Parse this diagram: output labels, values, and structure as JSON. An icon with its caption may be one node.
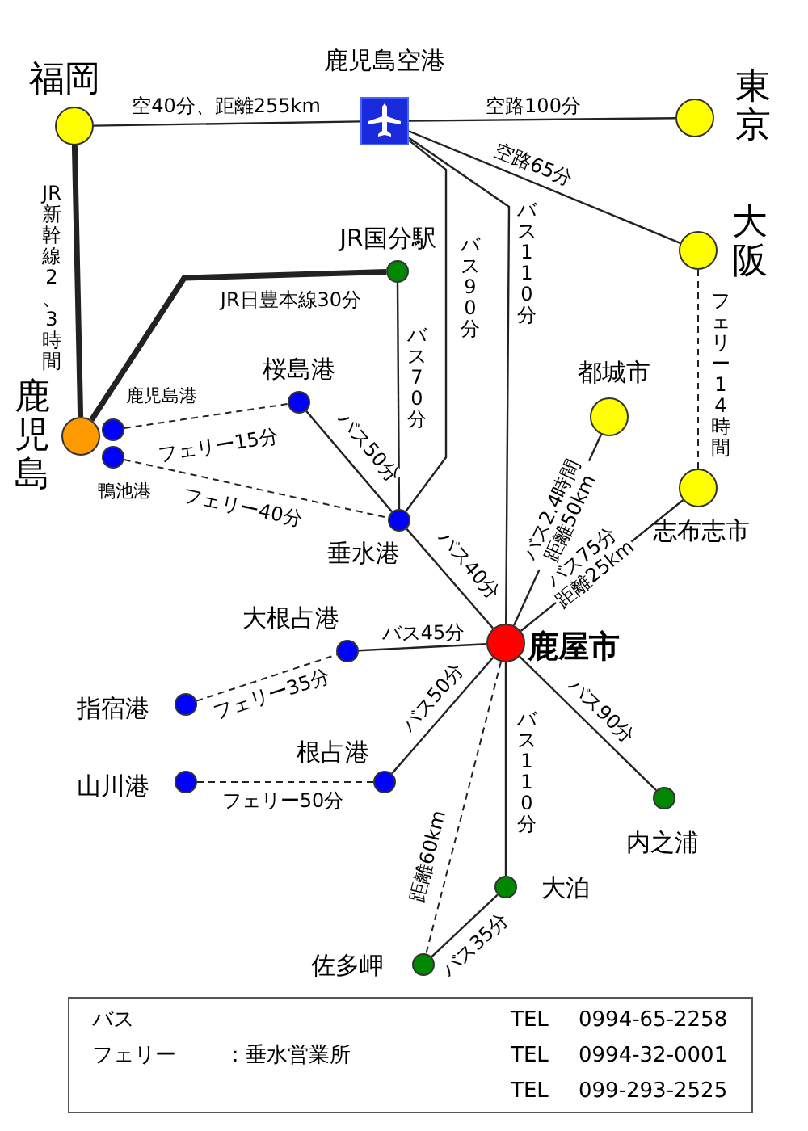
{
  "diagram": {
    "nodes": [
      {
        "text": [],
        "shape": "circle",
        "beside": [
          "福岡"
        ]
      },
      {
        "text": [],
        "shape": "box",
        "beside": [
          "鹿児島空港"
        ]
      },
      {
        "text": [],
        "shape": "circle",
        "beside": [
          "東京"
        ]
      },
      {
        "text": [],
        "shape": "circle",
        "beside": [
          "大阪"
        ]
      },
      {
        "text": [],
        "shape": "circle",
        "beside": [
          "JR国分駅"
        ]
      },
      {
        "text": [],
        "shape": "circle",
        "beside": [
          "鹿児島"
        ]
      },
      {
        "text": [],
        "shape": "circle",
        "beside": [
          "鹿児島港"
        ]
      },
      {
        "text": [],
        "shape": "circle",
        "beside": [
          "鴨池港"
        ]
      },
      {
        "text": [],
        "shape": "circle",
        "beside": [
          "桜島港"
        ]
      },
      {
        "text": [],
        "shape": "circle",
        "beside": [
          "都城市"
        ]
      },
      {
        "text": [],
        "shape": "circle",
        "beside": [
          "志布志市"
        ]
      },
      {
        "text": [],
        "shape": "circle",
        "beside": [
          "垂水港"
        ]
      },
      {
        "text": [],
        "shape": "circle",
        "beside": [
          "大根占港"
        ]
      },
      {
        "text": [],
        "shape": "circle",
        "beside": [
          "鹿屋市"
        ]
      },
      {
        "text": [],
        "shape": "circle",
        "beside": [
          "指宿港"
        ]
      },
      {
        "text": [],
        "shape": "circle",
        "beside": [
          "根占港"
        ]
      },
      {
        "text": [],
        "shape": "circle",
        "beside": [
          "山川港"
        ]
      },
      {
        "text": [],
        "shape": "circle",
        "beside": [
          "内之浦"
        ]
      },
      {
        "text": [],
        "shape": "circle",
        "beside": [
          "大泊"
        ]
      },
      {
        "text": [],
        "shape": "circle",
        "beside": [
          "佐多岬"
        ]
      }
    ],
    "edges": [
      {
        "from": 0,
        "to": 1,
        "arrow": "none",
        "label": "空40分、距離255km"
      },
      {
        "from": 1,
        "to": 2,
        "arrow": "none",
        "label": "空路100分"
      },
      {
        "from": 1,
        "to": 3,
        "arrow": "none",
        "label": "空路65分"
      },
      {
        "from": 0,
        "to": 5,
        "arrow": "none",
        "label": "JR新幹線2、3時間",
        "style": "thick"
      },
      {
        "from": 5,
        "to": 4,
        "arrow": "none",
        "label": "JR日豊本線30分",
        "style": "thick"
      },
      {
        "from": 6,
        "to": 8,
        "arrow": "none",
        "label": "フェリー15分",
        "style": "dashed"
      },
      {
        "from": 7,
        "to": 11,
        "arrow": "none",
        "label": "フェリー40分",
        "style": "dashed"
      },
      {
        "from": 8,
        "to": 11,
        "arrow": "none",
        "label": "バス50分"
      },
      {
        "from": 4,
        "to": 11,
        "arrow": "none",
        "label": "バス70分"
      },
      {
        "from": 1,
        "to": 11,
        "arrow": "none",
        "label": "バス90分"
      },
      {
        "from": 1,
        "to": 13,
        "arrow": "none",
        "label": "バス110分"
      },
      {
        "from": 3,
        "to": 10,
        "arrow": "none",
        "label": "フェリー14時間",
        "style": "dashed"
      },
      {
        "from": 11,
        "to": 13,
        "arrow": "none",
        "label": "バス40分"
      },
      {
        "from": 9,
        "to": 13,
        "arrow": "none",
        "label": "バス2.4時間距離50km"
      },
      {
        "from": 10,
        "to": 13,
        "arrow": "none",
        "label": "バス75分距離25km"
      },
      {
        "from": 12,
        "to": 13,
        "arrow": "none",
        "label": "バス45分"
      },
      {
        "from": 14,
        "to": 12,
        "arrow": "none",
        "label": "フェリー35分",
        "style": "dashed"
      },
      {
        "from": 15,
        "to": 13,
        "arrow": "none",
        "label": "バス50分"
      },
      {
        "from": 16,
        "to": 15,
        "arrow": "none",
        "label": "フェリー50分",
        "style": "dashed"
      },
      {
        "from": 13,
        "to": 17,
        "arrow": "none",
        "label": "バス90分"
      },
      {
        "from": 13,
        "to": 18,
        "arrow": "none",
        "label": "バス110分"
      },
      {
        "from": 13,
        "to": 19,
        "arrow": "none",
        "label": "距離60km",
        "style": "dashed"
      },
      {
        "from": 18,
        "to": 19,
        "arrow": "none",
        "label": "バス35分"
      }
    ],
    "labels": [
      "バス",
      "TEL",
      "0994-65-2258",
      "フェリー",
      "：垂水営業所",
      "TEL",
      "0994-32-0001",
      "TEL",
      "099-293-2525"
    ]
  }
}
